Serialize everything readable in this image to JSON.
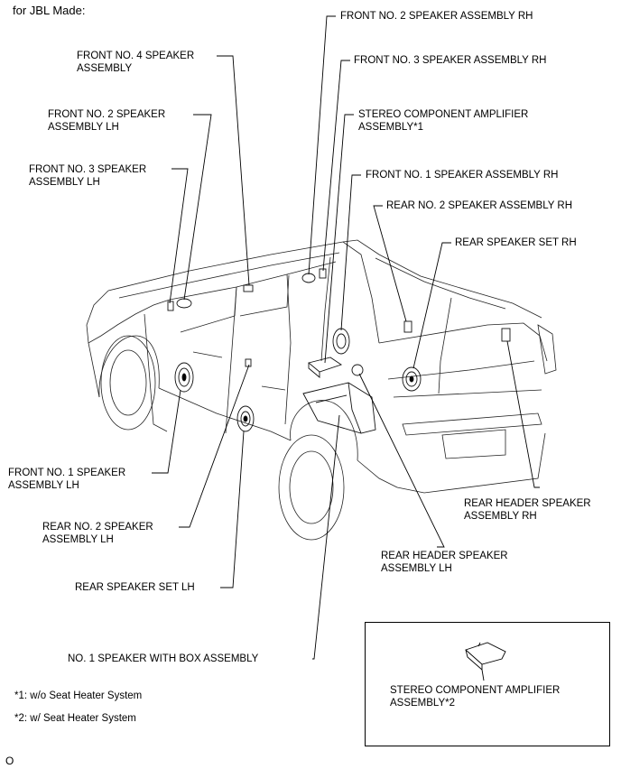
{
  "title": "for JBL Made:",
  "figure_code": "O",
  "labels": {
    "front2_rh": "FRONT NO. 2 SPEAKER ASSEMBLY RH",
    "front3_rh": "FRONT NO. 3 SPEAKER ASSEMBLY RH",
    "front4": [
      "FRONT NO. 4 SPEAKER",
      "ASSEMBLY"
    ],
    "front2_lh": [
      "FRONT NO. 2 SPEAKER",
      "ASSEMBLY LH"
    ],
    "front3_lh": [
      "FRONT NO. 3 SPEAKER",
      "ASSEMBLY LH"
    ],
    "amp1": [
      "STEREO COMPONENT AMPLIFIER",
      "ASSEMBLY*1"
    ],
    "front1_rh": "FRONT NO. 1 SPEAKER ASSEMBLY RH",
    "rear2_rh": "REAR NO. 2 SPEAKER ASSEMBLY RH",
    "rear_set_rh": "REAR SPEAKER SET RH",
    "front1_lh": [
      "FRONT NO. 1 SPEAKER",
      "ASSEMBLY LH"
    ],
    "rear2_lh": [
      "REAR NO. 2 SPEAKER",
      "ASSEMBLY LH"
    ],
    "rear_header_rh": [
      "REAR HEADER SPEAKER",
      "ASSEMBLY RH"
    ],
    "rear_header_lh": [
      "REAR HEADER SPEAKER",
      "ASSEMBLY LH"
    ],
    "rear_set_lh": "REAR SPEAKER SET LH",
    "speaker_box": "NO. 1 SPEAKER WITH BOX ASSEMBLY",
    "amp2": [
      "STEREO COMPONENT AMPLIFIER",
      "ASSEMBLY*2"
    ]
  },
  "footnotes": [
    "*1: w/o Seat Heater System",
    "*2: w/ Seat Heater System"
  ]
}
